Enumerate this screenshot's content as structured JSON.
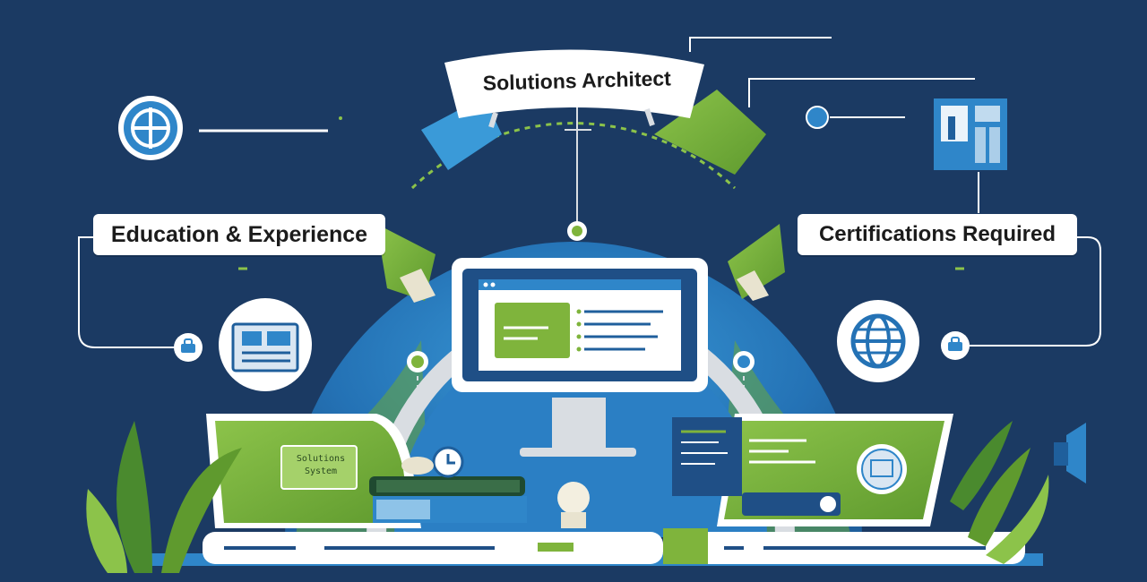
{
  "banner": {
    "title": "Solutions Architect"
  },
  "labels": {
    "education": "Education & Experience",
    "certifications": "Certifications Required"
  },
  "screen_caption": {
    "line1": "Solutions",
    "line2": "System"
  },
  "colors": {
    "background": "#1b3a63",
    "blue": "#2f86c9",
    "green": "#7fb43c",
    "white": "#ffffff"
  },
  "icons": [
    "anchor-icon",
    "document-icon",
    "globe-icon",
    "dashboard-icon",
    "monitor-icon",
    "lightbulb-icon",
    "badge-icon",
    "clock-icon",
    "book-icon",
    "leaf-icon",
    "speaker-icon"
  ]
}
